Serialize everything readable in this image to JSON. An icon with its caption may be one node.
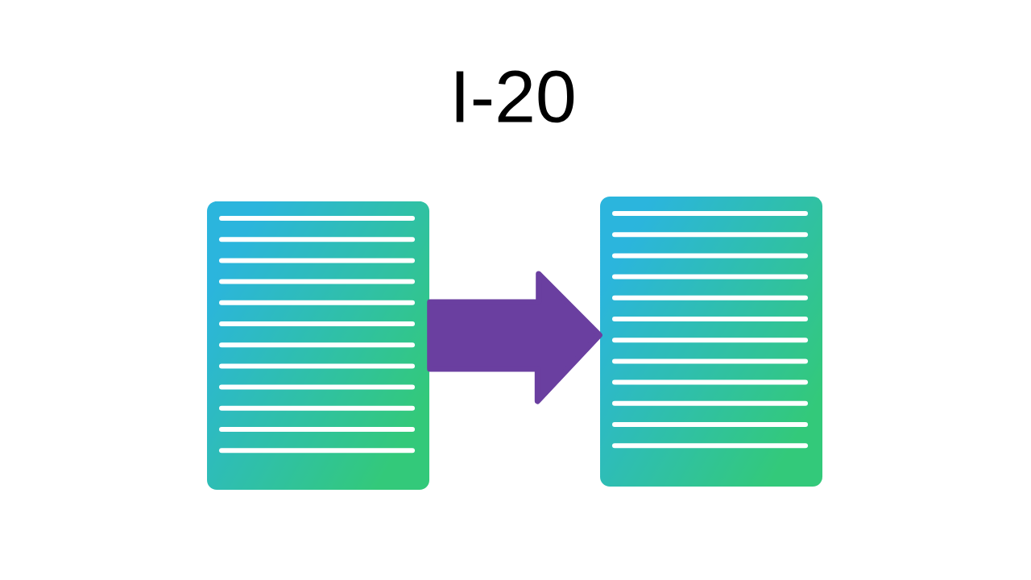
{
  "diagram": {
    "title": "I-20",
    "nodes": [
      {
        "text": [],
        "shape": "box"
      },
      {
        "text": [],
        "shape": "box"
      }
    ],
    "edges": [
      {
        "from": 0,
        "to": 1,
        "arrow": "to",
        "style": "thick"
      }
    ]
  }
}
